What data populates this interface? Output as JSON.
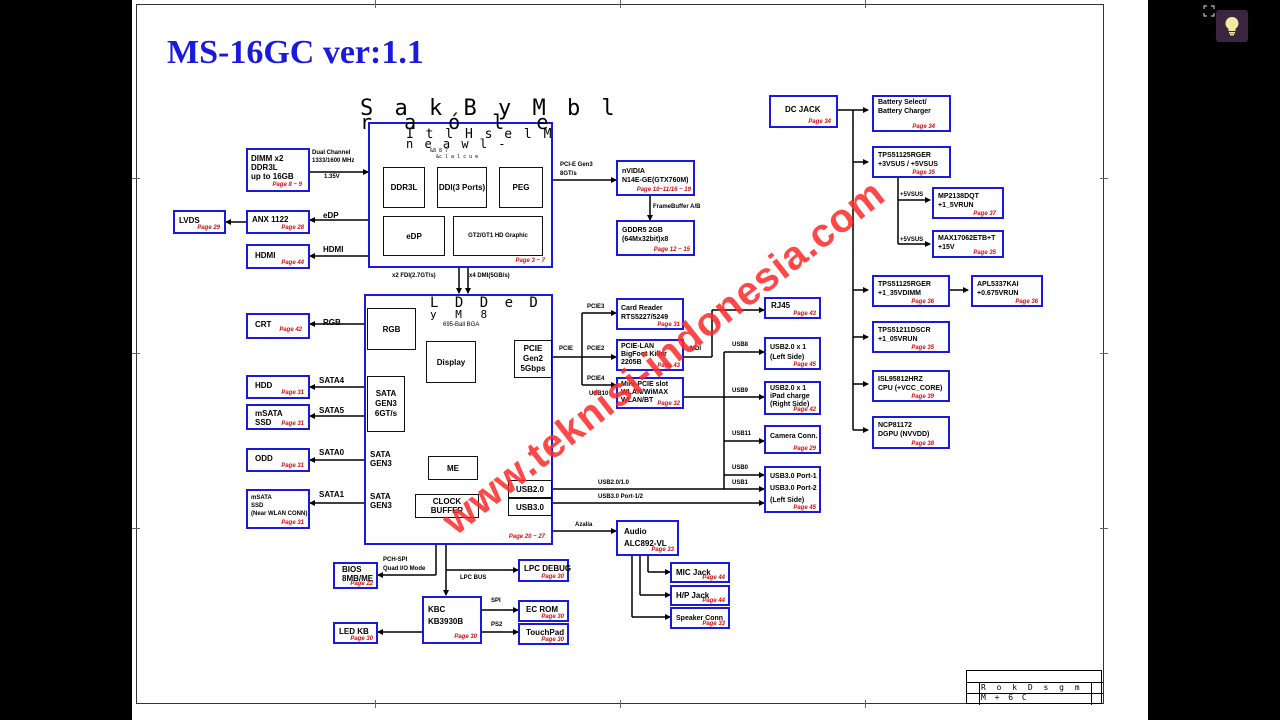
{
  "title": "MS-16GC ver:1.1",
  "watermark": "www.teknisi-indonesia.com",
  "cpu": {
    "garbled_top": "S a k B y M b l",
    "garbled_top2": "r a ó l e",
    "garbled_mid": "I t l H s e l M",
    "garbled_mid2": "n e a w l -",
    "garbled_small1": "&8 8 7",
    "garbled_small2": "&c l a l c u e",
    "inner": [
      "DDR3L",
      "DDI(3 Ports)",
      "PEG",
      "eDP",
      "GT2/GT1 HD Graphic"
    ],
    "page": "Page 3 ~ 7"
  },
  "pch": {
    "garbled1": "L D D e D",
    "garbled2": "y M 8",
    "bga": "695-Ball BGA",
    "inner": [
      "RGB",
      "Display",
      "ME",
      "CLOCK BUFFER",
      "USB2.0",
      "USB3.0"
    ],
    "pcie": "PCIE\nGen2\n5Gbps",
    "sata_a": "SATA\nGEN3\n6GT/s",
    "sata_b": "SATA\nGEN3",
    "sata_c": "SATA\nGEN3",
    "page": "Page 20 ~ 27"
  },
  "blocks": {
    "dimm": {
      "text": "DIMM x2\nDDR3L\nup to 16GB",
      "page": "Page 8 ~ 9"
    },
    "anx": {
      "text": "ANX 1122",
      "page": "Page 28"
    },
    "lvds": {
      "text": "LVDS",
      "page": "Page 29"
    },
    "hdmi": {
      "text": "HDMI",
      "page": "Page 44"
    },
    "crt": {
      "text": "CRT",
      "page": "Page 42"
    },
    "hdd": {
      "text": "HDD",
      "page": "Page 31"
    },
    "msata": {
      "text": "mSATA\nSSD",
      "page": "Page 31"
    },
    "odd": {
      "text": "ODD",
      "page": "Page 31"
    },
    "msata2": {
      "text": "mSATA\nSSD\n(Near WLAN CONN)",
      "page": "Page 31"
    },
    "bios": {
      "text": "BIOS\n8MB/ME",
      "page": "Page 22"
    },
    "ledkb": {
      "text": "LED KB",
      "page": "Page 30"
    },
    "kbc": {
      "text": "KBC\nKB3930B",
      "page": "Page 30"
    },
    "lpcdebug": {
      "text": "LPC DEBUG",
      "page": "Page 30"
    },
    "ecrom": {
      "text": "EC ROM",
      "page": "Page 30"
    },
    "touchpad": {
      "text": "TouchPad",
      "page": "Page 30"
    },
    "nvidia": {
      "text": "nVIDIA\nN14E-GE(GTX760M)",
      "page": "Page 10~11/16 ~ 19"
    },
    "gddr5": {
      "text": "GDDR5 2GB\n(64Mx32bit)x8",
      "page": "Page 12 ~ 15"
    },
    "cardreader": {
      "text": "Card Reader\nRTS5227/5249",
      "page": "Page 31"
    },
    "pcielan": {
      "text": "PCIE-LAN\nBigFoot Killer\n2205B",
      "page": "Page 43"
    },
    "minipcie": {
      "text": "Mini-PCIE slot\nWLAN/WiMAX\nWLAN/BT",
      "page": "Page 32"
    },
    "rj45": {
      "text": "RJ45",
      "page": "Page 43"
    },
    "usb2left": {
      "text": "USB2.0 x 1\n(Left Side)",
      "page": "Page 45"
    },
    "usb2ipad": {
      "text": "USB2.0 x 1\niPad charge\n(Right Side)",
      "page": "Page 42"
    },
    "camera": {
      "text": "Camera Conn.",
      "page": "Page 29"
    },
    "usb3": {
      "text": "USB3.0 Port-1\nUSB3.0 Port-2\n(Left Side)",
      "page": "Page 45"
    },
    "audio": {
      "text": "Audio\nALC892-VL",
      "page": "Page 33"
    },
    "micjack": {
      "text": "MIC Jack",
      "page": "Page 44"
    },
    "hpjack": {
      "text": "H/P Jack",
      "page": "Page 44"
    },
    "speaker": {
      "text": "Speaker Conn",
      "page": "Page 33"
    },
    "dcjack": {
      "text": "DC JACK",
      "page": "Page 34"
    },
    "battery": {
      "text": "Battery Select/\nBattery Charger",
      "page": "Page 34"
    },
    "tps51125": {
      "text": "TPS51125RGER\n+3VSUS / +5VSUS",
      "page": "Page 35"
    },
    "mp2138": {
      "text": "MP2138DQT\n+1_5VRUN",
      "page": "Page 37"
    },
    "max17062": {
      "text": "MAX17062ETB+T\n+15V",
      "page": "Page 35"
    },
    "tps51125b": {
      "text": "TPS51125RGER\n+1_35VDIMM",
      "page": "Page 36"
    },
    "apl5337": {
      "text": "APL5337KAI\n+0.675VRUN",
      "page": "Page 36"
    },
    "tps51211": {
      "text": "TPS51211DSCR\n+1_05VRUN",
      "page": "Page 35"
    },
    "isl95812": {
      "text": "ISL95812HRZ\nCPU (+VCC_CORE)",
      "page": "Page 39"
    },
    "ncp81172": {
      "text": "NCP81172\nDGPU (NVVDD)",
      "page": "Page 38"
    }
  },
  "labels": {
    "dual_channel": "Dual Channel",
    "mhz": "1333/1600 MHz",
    "v135": "1.35V",
    "edp": "eDP",
    "hdmi": "HDMI",
    "rgb": "RGB",
    "sata4": "SATA4",
    "sata5": "SATA5",
    "sata0": "SATA0",
    "sata1": "SATA1",
    "pcie_gen3": "PCI-E Gen3",
    "gts8": "8GT/s",
    "framebuffer": "FrameBuffer A/B",
    "fdi": "x2 FDI(2.7GT/s)",
    "dmi": "x4 DMI(5GB/s)",
    "pcie3": "PCIE3",
    "pcie2": "PCIE2",
    "pcie4": "PCIE4",
    "pcie": "PCIE",
    "mdi": "MDI",
    "usb8": "USB8",
    "usb9": "USB9",
    "usb10": "USB10",
    "usb11": "USB11",
    "usb0": "USB0",
    "usb1": "USB1",
    "usb2010": "USB2.0/1.0",
    "usb30port": "USB3.0 Port-1/2",
    "azalia": "Azalia",
    "pchspi": "PCH-SPI",
    "quadio": "Quad I/O Mode",
    "lpcbus": "LPC BUS",
    "spi": "SPI",
    "ps2": "PS2",
    "v5sus1": "+5VSUS",
    "v5sus2": "+5VSUS"
  },
  "titleblock": {
    "garbled": "R o k D s g m",
    "garbled2": "M + 6 C"
  },
  "colors": {
    "box": "#1a1adc",
    "page": "#d01010",
    "watermark": "#ff2a2a"
  }
}
